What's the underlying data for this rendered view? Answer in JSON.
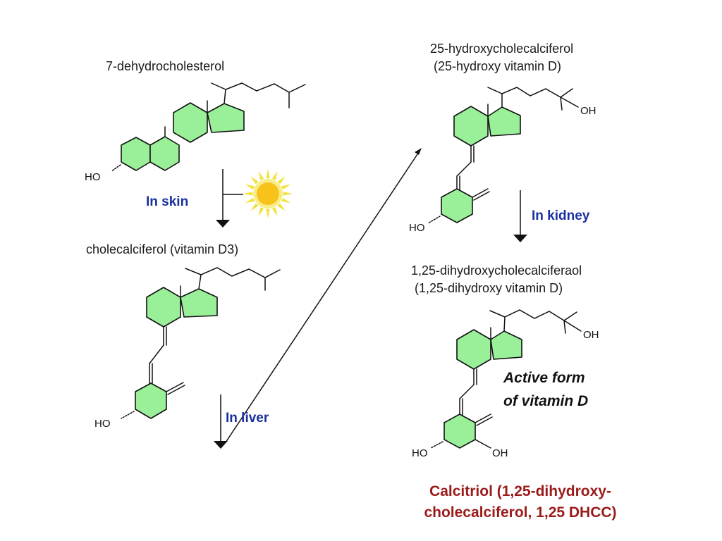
{
  "colors": {
    "ring_fill": "#99f099",
    "step_text": "#1a2fa0",
    "caption_text": "#9b1a1a",
    "sun_core": "#f7c21a",
    "sun_rays": "#f2e13a"
  },
  "compounds": {
    "dehydrocholesterol": "7-dehydrocholesterol",
    "cholecalciferol": "cholecalciferol (vitamin D3)",
    "hydroxy_line1": "25-hydroxycholecalciferol",
    "hydroxy_line2": "(25-hydroxy vitamin D)",
    "dihydroxy_line1": "1,25-dihydroxycholecalciferaol",
    "dihydroxy_line2": "(1,25-dihydroxy vitamin D)"
  },
  "atoms": {
    "ho": "HO",
    "oh": "OH"
  },
  "steps": {
    "skin": "In skin",
    "liver": "In liver",
    "kidney": "In kidney"
  },
  "note": {
    "line1": "Active form",
    "line2": "of vitamin D"
  },
  "caption": {
    "line1": "Calcitriol (1,25-dihydroxy-",
    "line2": "cholecalciferol, 1,25 DHCC)"
  },
  "icons": {
    "sun": "sun-icon"
  }
}
